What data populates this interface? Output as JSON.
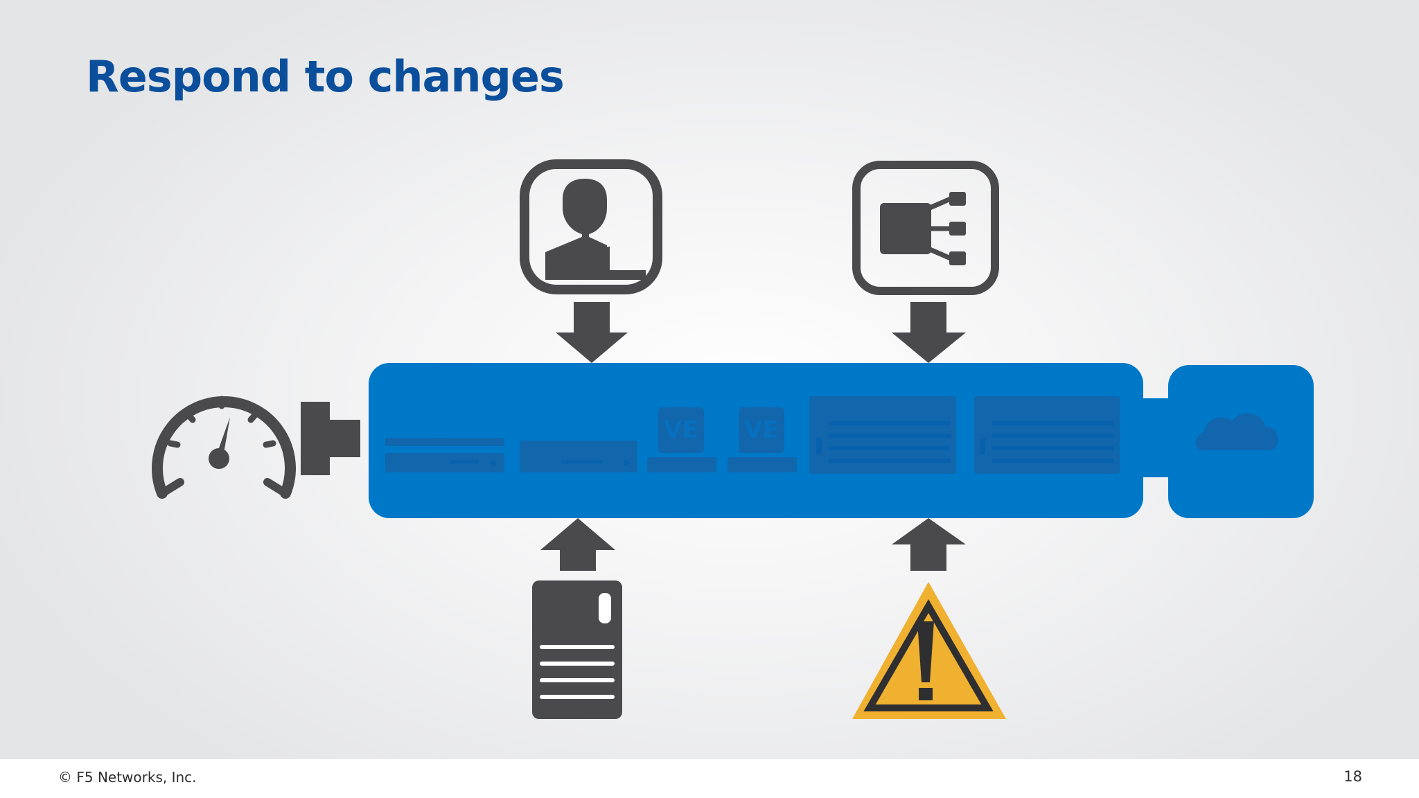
{
  "slide": {
    "title": "Respond to changes",
    "footer_copyright": "© F5 Networks, Inc.",
    "page_number": "18"
  },
  "diagram": {
    "center_bar": {
      "color": "#0078c8",
      "devices": [
        {
          "icon": "1u-appliance-icon"
        },
        {
          "icon": "1u-appliance-icon"
        },
        {
          "icon": "virtual-edition-icon",
          "label": "VE"
        },
        {
          "icon": "virtual-edition-icon",
          "label": "VE"
        },
        {
          "icon": "chassis-icon"
        },
        {
          "icon": "chassis-icon"
        }
      ],
      "attached": {
        "icon": "cloud-icon"
      }
    },
    "inputs": [
      {
        "icon": "user-icon",
        "direction": "down"
      },
      {
        "icon": "app-topology-icon",
        "direction": "down"
      },
      {
        "icon": "server-icon",
        "direction": "up"
      },
      {
        "icon": "warning-icon",
        "direction": "up"
      }
    ],
    "outputs": [
      {
        "icon": "gauge-icon",
        "direction": "left"
      }
    ],
    "colors": {
      "icon": "#4a494b",
      "warning_fill": "#f0b030",
      "device_tint": "#1463a8"
    }
  }
}
